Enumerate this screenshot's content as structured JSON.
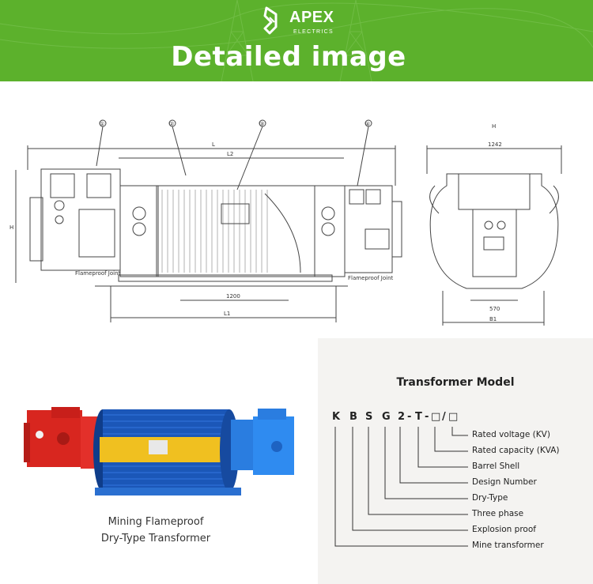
{
  "header": {
    "brand": "APEX",
    "brand_sub": "ELECTRICS",
    "title": "Detailed image",
    "bg_color": "#5cb12c"
  },
  "drawing": {
    "callouts": [
      "①",
      "②",
      "③",
      "④"
    ],
    "dim_total": "L",
    "dim_l2": "L2",
    "dim_l1": "L1",
    "dim_base": "1200",
    "dim_height": "H",
    "dim_top_right": "H",
    "dim_width": "1242",
    "dim_b": "B1",
    "dim_b2": "570",
    "joint_left": "Flameproof Joint",
    "joint_right": "Flameproof Joint"
  },
  "photo": {
    "caption_line1": "Mining Flameproof",
    "caption_line2": "Dry-Type Transformer"
  },
  "model": {
    "title": "Transformer Model",
    "code": [
      "K",
      "B",
      "S",
      "G",
      "2",
      "-",
      "T",
      "-",
      "□",
      "/",
      "□"
    ],
    "descriptions": [
      "Rated voltage (KV)",
      "Rated capacity (KVA)",
      "Barrel Shell",
      "Design Number",
      "Dry-Type",
      "Three phase",
      "Explosion proof",
      "Mine transformer"
    ]
  }
}
